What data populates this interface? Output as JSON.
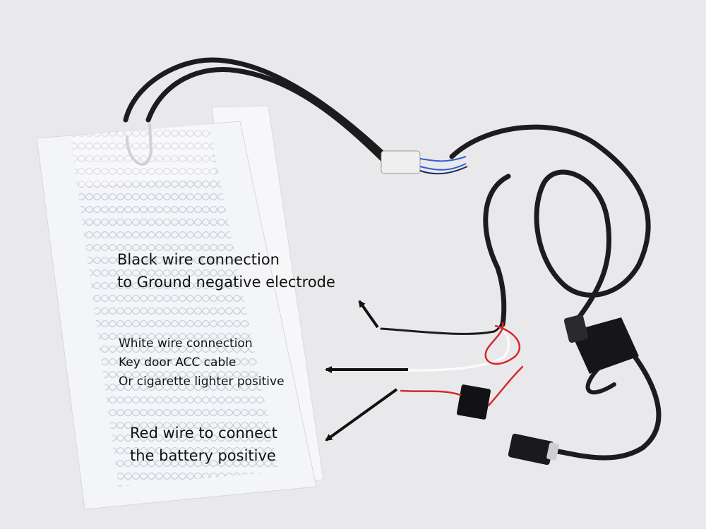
{
  "annotations": {
    "black_wire": {
      "line1": "Black wire connection",
      "line2": "to Ground negative electrode"
    },
    "white_wire": {
      "line1": "White wire connection",
      "line2": "Key door ACC cable",
      "line3": "Or cigarette lighter positive"
    },
    "red_wire": {
      "line1": "Red wire to connect",
      "line2": "the battery positive"
    }
  },
  "colors": {
    "background": "#e9e9ec",
    "pad": "#f4f5f8",
    "pad_pattern": "#c6cbd6",
    "cable": "#1c1c1e",
    "red_wire": "#d42a2a",
    "white_wire": "#fafafa",
    "blue_wire": "#2f5fd0",
    "arrow": "#111111"
  }
}
